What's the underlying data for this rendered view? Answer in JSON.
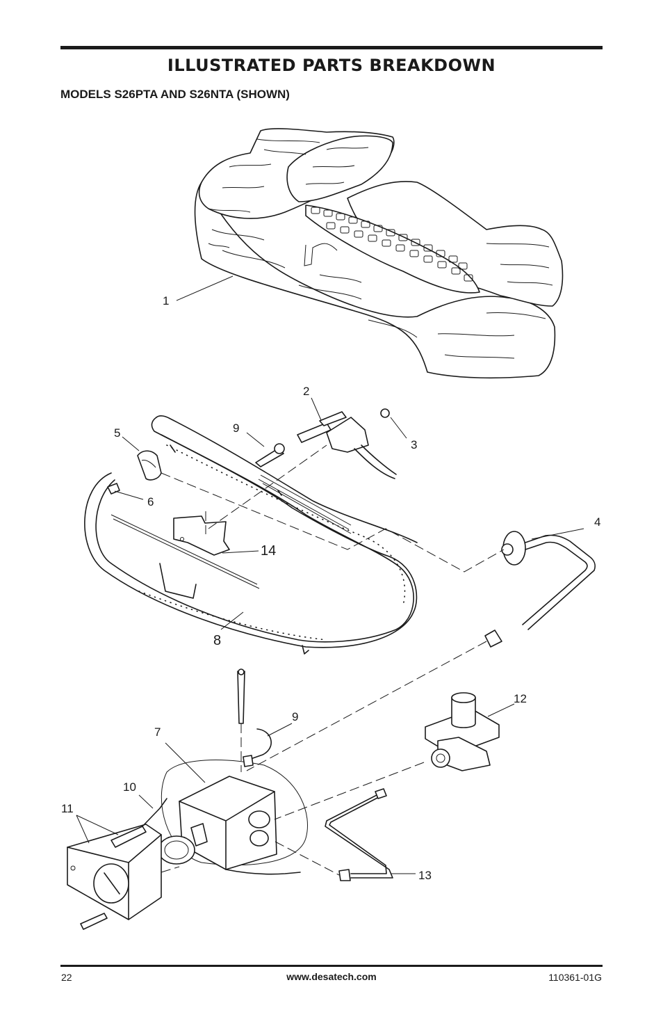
{
  "header": {
    "title": "ILLUSTRATED PARTS BREAKDOWN",
    "subtitle": "MODELS S26PTA AND S26NTA (SHOWN)"
  },
  "diagram": {
    "callouts": {
      "c1": "1",
      "c2": "2",
      "c3": "3",
      "c4": "4",
      "c5": "5",
      "c6": "6",
      "c7": "7",
      "c8": "8",
      "c9a": "9",
      "c9b": "9",
      "c10": "10",
      "c11": "11",
      "c12": "12",
      "c13": "13",
      "c14": "14"
    }
  },
  "footer": {
    "page_number": "22",
    "website": "www.desatech.com",
    "doc_number": "110361-01G"
  }
}
